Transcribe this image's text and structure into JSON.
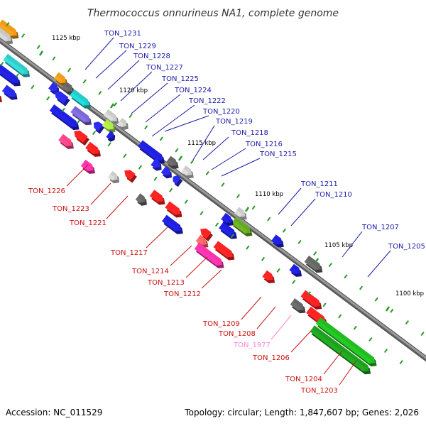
{
  "title": "Thermococcus onnurineus NA1, complete genome",
  "footer": {
    "accession": "Accession: NC_011529",
    "topology": "Topology: circular; Length: 1,847,607 bp; Genes: 2,026"
  },
  "colors": {
    "backbone": "#808080",
    "forward_label": "#1a1aa8",
    "reverse_label": "#cc1111",
    "rna_label": "#ff88cc",
    "tick": "#2a9a2a"
  },
  "ticks": [
    {
      "label": "1125 kbp"
    },
    {
      "label": "1120 kbp"
    },
    {
      "label": "1115 kbp"
    },
    {
      "label": "1110 kbp"
    },
    {
      "label": "1105 kbp"
    },
    {
      "label": "1100 kbp"
    }
  ],
  "labels": [
    {
      "text": "TON_1231",
      "strand": "forward"
    },
    {
      "text": "TON_1229",
      "strand": "forward"
    },
    {
      "text": "TON_1228",
      "strand": "forward"
    },
    {
      "text": "TON_1227",
      "strand": "forward"
    },
    {
      "text": "TON_1225",
      "strand": "forward"
    },
    {
      "text": "TON_1224",
      "strand": "forward"
    },
    {
      "text": "TON_1222",
      "strand": "forward"
    },
    {
      "text": "TON_1220",
      "strand": "forward"
    },
    {
      "text": "TON_1219",
      "strand": "forward"
    },
    {
      "text": "TON_1218",
      "strand": "forward"
    },
    {
      "text": "TON_1216",
      "strand": "forward"
    },
    {
      "text": "TON_1215",
      "strand": "forward"
    },
    {
      "text": "TON_1211",
      "strand": "forward"
    },
    {
      "text": "TON_1210",
      "strand": "forward"
    },
    {
      "text": "TON_1207",
      "strand": "forward"
    },
    {
      "text": "TON_1205",
      "strand": "forward"
    },
    {
      "text": "TON_1226",
      "strand": "reverse"
    },
    {
      "text": "TON_1223",
      "strand": "reverse"
    },
    {
      "text": "TON_1221",
      "strand": "reverse"
    },
    {
      "text": "TON_1217",
      "strand": "reverse"
    },
    {
      "text": "TON_1214",
      "strand": "reverse"
    },
    {
      "text": "TON_1213",
      "strand": "reverse"
    },
    {
      "text": "TON_1212",
      "strand": "reverse"
    },
    {
      "text": "TON_1209",
      "strand": "reverse"
    },
    {
      "text": "TON_1208",
      "strand": "reverse"
    },
    {
      "text": "TON_1977",
      "strand": "rna"
    },
    {
      "text": "TON_1206",
      "strand": "reverse"
    },
    {
      "text": "TON_1204",
      "strand": "reverse"
    },
    {
      "text": "TON_1203",
      "strand": "reverse"
    }
  ]
}
